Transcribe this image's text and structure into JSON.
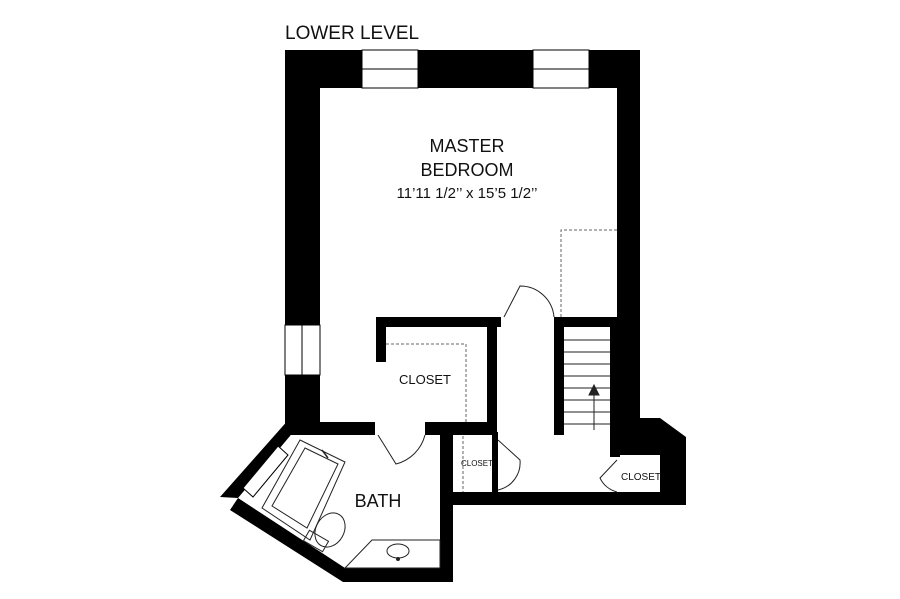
{
  "level_title": "LOWER LEVEL",
  "rooms": {
    "master_bedroom": {
      "name_line1": "MASTER",
      "name_line2": "BEDROOM",
      "dimensions": "11’11 1/2’’ x 15’5 1/2’’"
    },
    "closet_main": {
      "name": "CLOSET"
    },
    "closet_hall": {
      "name": "CLOSET"
    },
    "closet_stair": {
      "name": "CLOSET"
    },
    "bath": {
      "name": "BATH"
    }
  },
  "colors": {
    "wall": "#000000",
    "background": "#ffffff",
    "line": "#333333"
  }
}
